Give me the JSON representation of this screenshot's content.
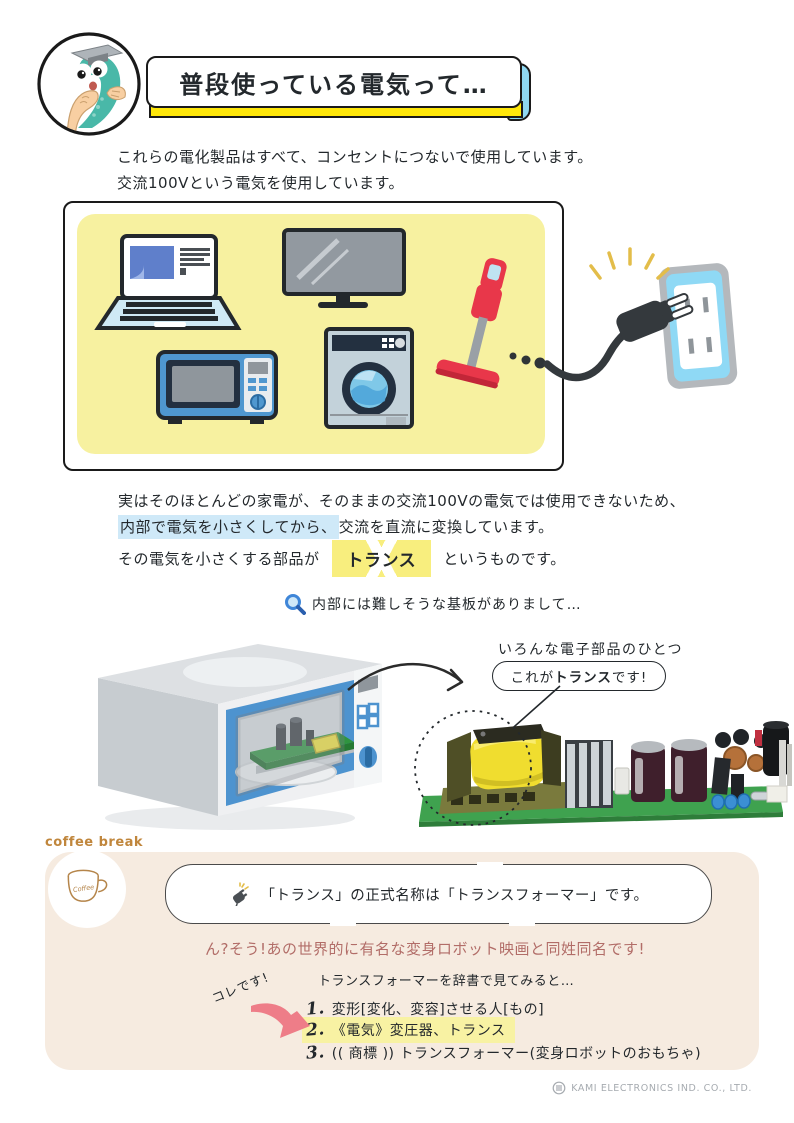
{
  "header": {
    "title": "普段使っている電気って…",
    "mascot_icon": "graduate-seahorse-mascot-icon"
  },
  "intro": {
    "line1": "これらの電化製品はすべて、コンセントにつないで使用しています。",
    "line2": "交流100Vという電気を使用しています。"
  },
  "appliances": {
    "icons": [
      "laptop-icon",
      "tv-icon",
      "microwave-icon",
      "washing-machine-icon",
      "stick-vacuum-icon",
      "power-plug-icon",
      "wall-outlet-icon"
    ]
  },
  "body": {
    "line1": "実はそのほとんどの家電が、そのままの交流100Vの電気では使用できないため、",
    "line2_hl": "内部で電気を小さくしてから、",
    "line2_rest": "交流を直流に変換しています。",
    "line3_pre": "その電気を小さくする部品が",
    "line3_term": "トランス",
    "line3_post": "というものです。"
  },
  "inspect": {
    "caption": "内部には難しそうな基板がありまして…",
    "note": "いろんな電子部品のひとつ",
    "bubble_pre": "これが",
    "bubble_term": "トランス",
    "bubble_post": "です!"
  },
  "coffee_break": {
    "label": "coffee break",
    "fact": "「トランス」の正式名称は「トランスフォーマー」です。",
    "exclaim": "ん?そう!あの世界的に有名な変身ロボット映画と同姓同名です!",
    "dict_intro": "トランスフォーマーを辞書で見てみると…",
    "pointer_label": "コレです!",
    "items": [
      {
        "num": "1.",
        "text": "変形[変化、変容]させる人[もの]",
        "highlight": false
      },
      {
        "num": "2.",
        "text": "《電気》変圧器、トランス",
        "highlight": true
      },
      {
        "num": "3.",
        "text": "(( 商標 )) トランスフォーマー(変身ロボットのおもちゃ)",
        "highlight": false
      }
    ]
  },
  "footer": {
    "company": "KAMI ELECTRONICS IND. CO., LTD."
  },
  "colors": {
    "banner_yellow": "#ffe70a",
    "banner_cyan": "#8fd8f2",
    "panel_yellow": "#f7f1a0",
    "highlight_blue": "#cfe9f8",
    "highlight_yellow": "#f8ee7e",
    "dict_highlight": "#f8f2a3",
    "beige": "#f6ebe0",
    "coffee_label": "#c0863c",
    "mauve_text": "#b26d68",
    "arrow_pink": "#ee7d88",
    "mascot_teal": "#49b8a8",
    "pcb_green": "#3fa24f"
  }
}
